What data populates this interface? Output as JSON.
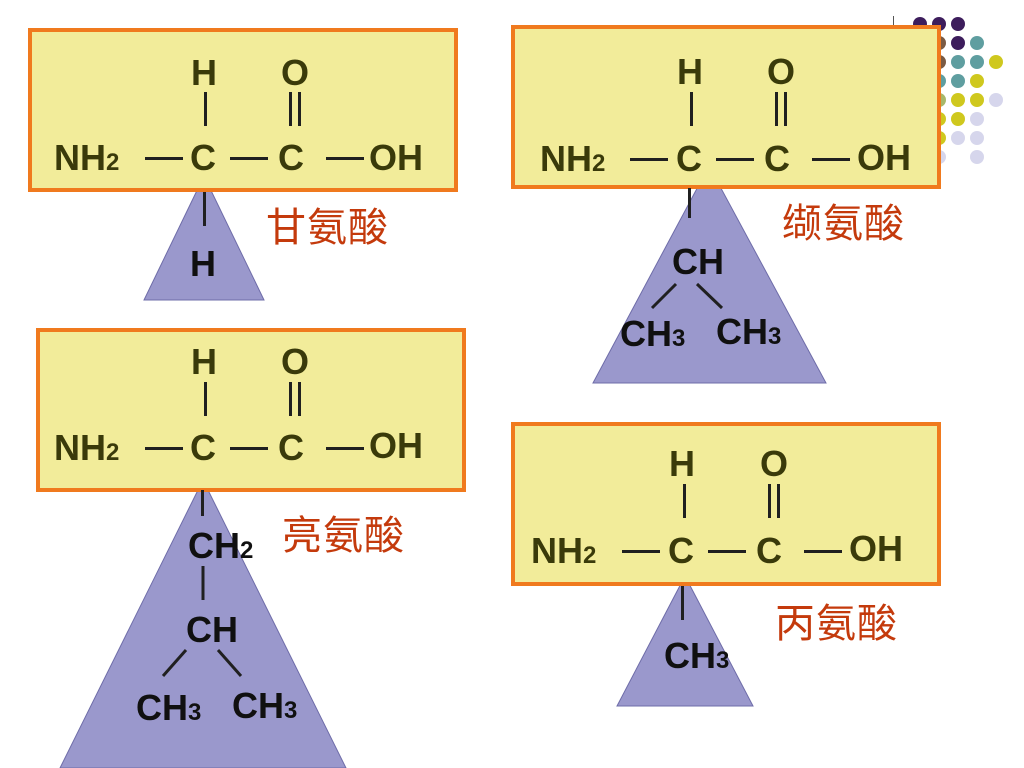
{
  "molecules": [
    {
      "id": "gly",
      "name": "甘氨酸",
      "side": [
        "H"
      ]
    },
    {
      "id": "val",
      "name": "缬氨酸",
      "side": [
        "CH",
        "CH3",
        "CH3"
      ]
    },
    {
      "id": "leu",
      "name": "亮氨酸",
      "side": [
        "CH2",
        "CH",
        "CH3",
        "CH3"
      ]
    },
    {
      "id": "ala",
      "name": "丙氨酸",
      "side": [
        "CH3"
      ]
    }
  ],
  "backbone": {
    "h": "H",
    "o": "O",
    "nh": "NH",
    "two": "2",
    "c": "C",
    "oh": "OH"
  },
  "colors": {
    "box_fill": "#f2ec9a",
    "box_border": "#f07a1e",
    "triangle": "#9a98cc",
    "name_text": "#c43a0c",
    "dots": [
      "#3d1d5c",
      "#7a5b45",
      "#5f9ea0",
      "#a8b86a",
      "#cfc81e",
      "#d6d6ec"
    ]
  }
}
